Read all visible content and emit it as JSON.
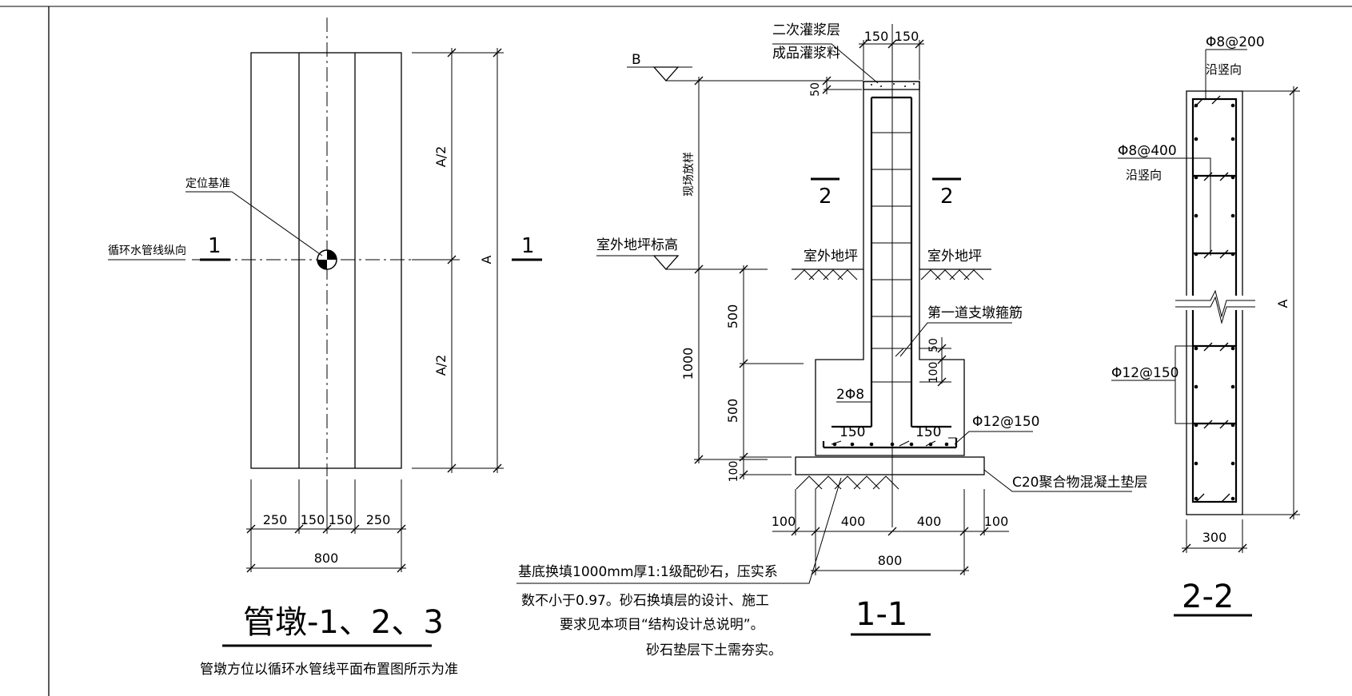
{
  "plan": {
    "label_datum": "定位基准",
    "label_pipe_dir": "循环水管线纵向",
    "section_mark_left": "1",
    "section_mark_right": "1",
    "dim_half_top": "A/2",
    "dim_half_bottom": "A/2",
    "dim_total": "A",
    "dim_250_left": "250",
    "dim_150_left": "150",
    "dim_150_right": "150",
    "dim_250_right": "250",
    "dim_800": "800",
    "title": "管墩-1、2、3",
    "note": "管墩方位以循环水管线平面布置图所示为准"
  },
  "section11": {
    "level_b": "B",
    "level_outdoor": "室外地坪标高",
    "grout_1": "二次灌浆层",
    "grout_2": "成品灌浆料",
    "dim_top_150_left": "150",
    "dim_top_150_right": "150",
    "dim_50_top": "50",
    "field_note": "现场放样",
    "section2_left": "2",
    "section2_right": "2",
    "ground_left": "室外地坪",
    "ground_right": "室外地坪",
    "first_stirrup": "第一道支墩箍筋",
    "dim_50_right": "50",
    "dim_100_right": "100",
    "dim_500_upper": "500",
    "dim_1000": "1000",
    "dim_500_lower": "500",
    "dim_100_bottom": "100",
    "rebar_2phi8": "2Φ8",
    "dim_150_left": "150",
    "dim_150_right": "150",
    "rebar_phi12": "Φ12@150",
    "pad_label": "C20聚合物混凝土垫层",
    "dim_100_l": "100",
    "dim_400_l": "400",
    "dim_400_r": "400",
    "dim_100_r": "100",
    "dim_800": "800",
    "note_1": "基底换填1000mm厚1:1级配砂石，压实系",
    "note_2": "数不小于0.97。砂石换填层的设计、施工",
    "note_3": "要求见本项目“结构设计总说明”。",
    "note_4": "砂石垫层下土需夯实。",
    "title": "1-1"
  },
  "section22": {
    "rebar_top": "Φ8@200",
    "rebar_top_dir": "沿竖向",
    "rebar_mid": "Φ8@400",
    "rebar_mid_dir": "沿竖向",
    "rebar_low": "Φ12@150",
    "dim_a": "A",
    "dim_300": "300",
    "title": "2-2"
  }
}
